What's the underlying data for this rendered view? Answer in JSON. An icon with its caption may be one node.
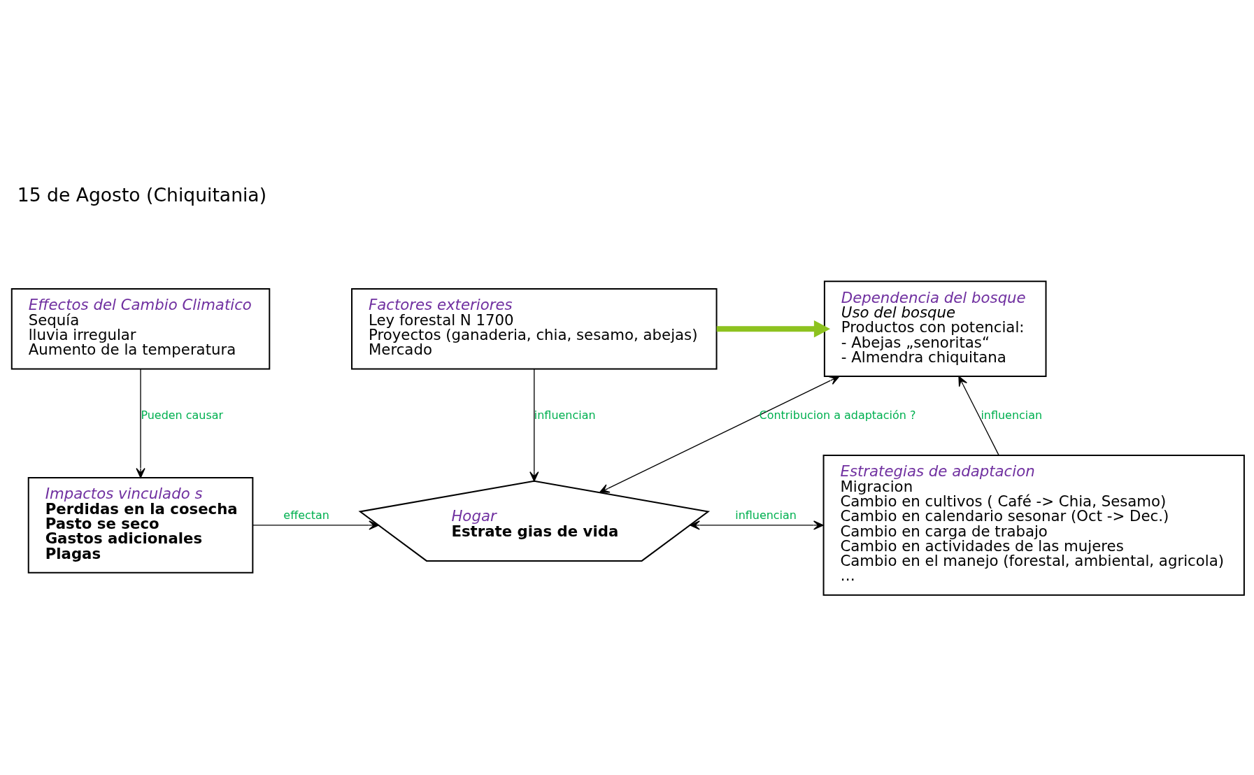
{
  "diagram": {
    "nodes": [
      {
        "text": [
          "Effectos del Cambio Climatico",
          "Sequía",
          "lluvia irregular",
          "Aumento de la temperatura"
        ]
      },
      {
        "text": [
          "Factores exteriores",
          "Ley forestal N 1700",
          "Proyectos (ganaderia, chia, sesamo, abejas)",
          "Mercado"
        ]
      },
      {
        "text": [
          "Dependencia del bosque",
          "Uso del bosque",
          "Productos con potencial:",
          "- Abejas „senoritas“",
          "- Almendra chiquitana"
        ]
      },
      {
        "text": [
          "Impactos vinculado s",
          "Perdidas en la cosecha",
          "Pasto se seco",
          "Gastos adicionales",
          "Plagas"
        ]
      },
      {
        "text": [
          "Hogar",
          "Estrate gias de vida"
        ]
      },
      {
        "text": [
          "Estrategias de adaptacion",
          "Migracion",
          "Cambio en cultivos ( Café -> Chia, Sesamo)",
          "Cambio en calendario sesonar (Oct -> Dec.)",
          "Cambio en carga de trabajo",
          "Cambio en actividades de las mujeres",
          "Cambio en el manejo (forestal, ambiental, agricola)",
          "…"
        ]
      }
    ],
    "edges": [
      {
        "from": 0,
        "to": 3,
        "arrow": "to",
        "label": "Pueden causar"
      },
      {
        "from": 1,
        "to": 4,
        "arrow": "to",
        "label": "influencian"
      },
      {
        "from": 1,
        "to": 2,
        "arrow": "to",
        "style": "thick",
        "color": "#8dc21f"
      },
      {
        "from": 3,
        "to": 4,
        "arrow": "to",
        "label": "effectan"
      },
      {
        "from": 4,
        "to": 2,
        "arrow": "both",
        "label": "Contribucion a adaptación ?"
      },
      {
        "from": 4,
        "to": 5,
        "arrow": "both",
        "label": "influencian"
      },
      {
        "from": 5,
        "to": 2,
        "arrow": "to",
        "label": "influencian"
      }
    ],
    "labels": [
      "15 de Agosto (Chiquitania)"
    ]
  }
}
